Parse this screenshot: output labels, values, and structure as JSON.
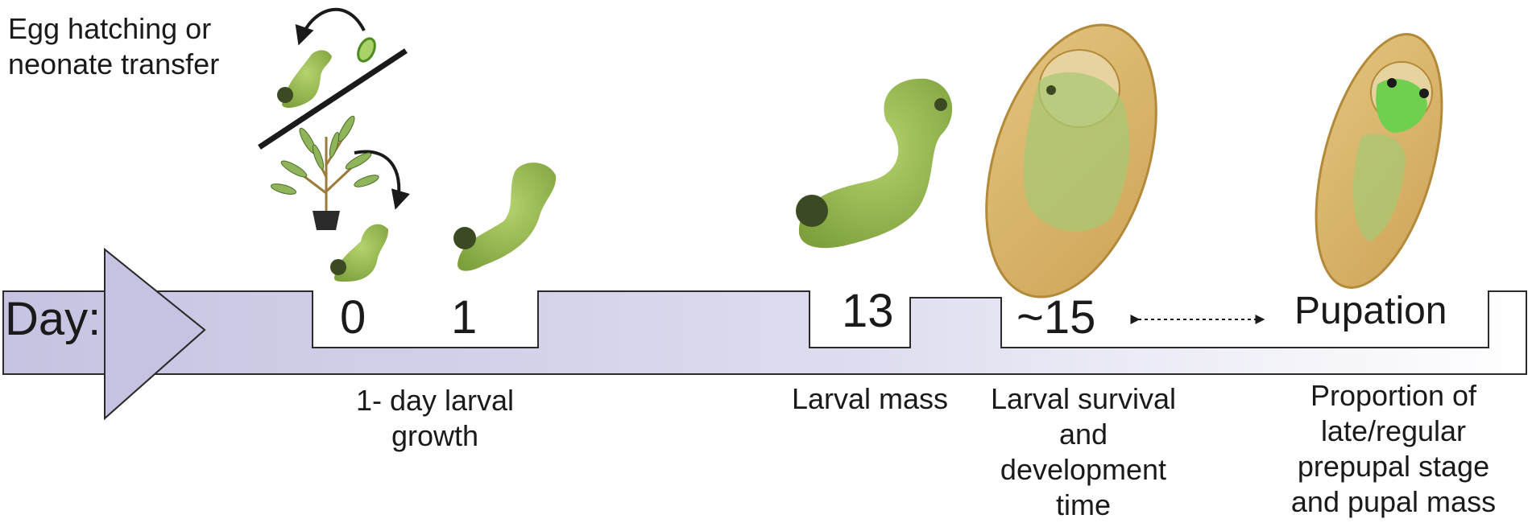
{
  "intro_note": "Egg hatching or\nneonate transfer",
  "timeline": {
    "day_label": "Day:",
    "days": [
      "0",
      "1",
      "13",
      "~15",
      "Pupation"
    ]
  },
  "measurements": [
    "1- day larval\ngrowth",
    "Larval mass",
    "Larval survival\nand\ndevelopment\ntime",
    "Proportion of\nlate/regular\nprepupal stage\nand pupal mass"
  ],
  "colors": {
    "band_start": "#c8c6e4",
    "band_end": "#ffffff",
    "larva_light": "#9fc25a",
    "larva_dark": "#5a7a2a",
    "cocoon": "#d9b46b",
    "cocoon_edge": "#b38a3a"
  }
}
